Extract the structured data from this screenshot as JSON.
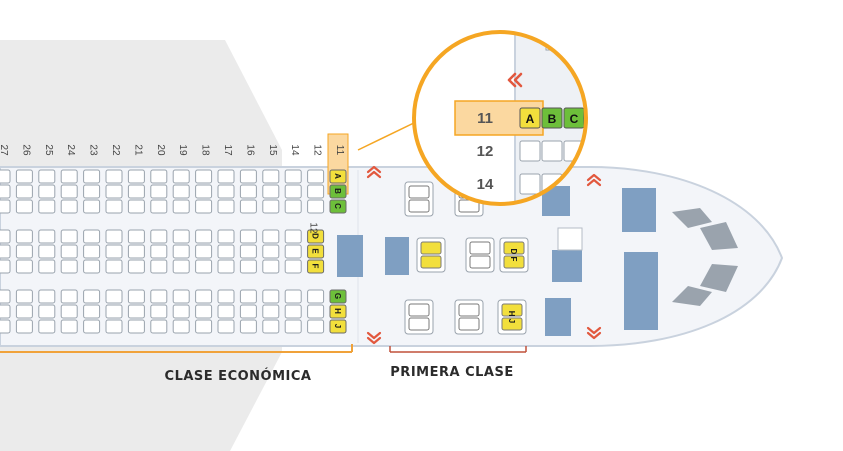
{
  "labels": {
    "economy": "CLASE ECONÓMICA",
    "first": "PRIMERA CLASE"
  },
  "economy_rows": [
    "27",
    "26",
    "25",
    "24",
    "23",
    "22",
    "21",
    "20",
    "19",
    "18",
    "17",
    "16",
    "15",
    "14",
    "12",
    "11"
  ],
  "highlight_row": "11",
  "row12_marker": "12",
  "economy_groups": {
    "top": [
      "A",
      "B",
      "C"
    ],
    "middle": [
      "D",
      "E",
      "F"
    ],
    "bottom": [
      "G",
      "H",
      "J"
    ]
  },
  "first_class_letters": {
    "middle": [
      "D",
      "F"
    ],
    "bottom": [
      "H",
      "J"
    ]
  },
  "zoom": {
    "rows": [
      "11",
      "12",
      "14"
    ],
    "letters": [
      "A",
      "B",
      "C"
    ]
  },
  "colors": {
    "highlight": "#f5a623",
    "highlight_fill": "#fbd8a0",
    "seat_green": "#6dbf3a",
    "seat_yellow": "#f2df3c",
    "galley_blue": "#7f9fc2",
    "exit_red": "#e2583e",
    "fuselage": "#f3f5f9",
    "wing": "#e9e9e9"
  },
  "icons": [
    "seat-icon",
    "galley-icon",
    "lavatory-icon",
    "exit-chevron-icon",
    "zoom-callout"
  ]
}
